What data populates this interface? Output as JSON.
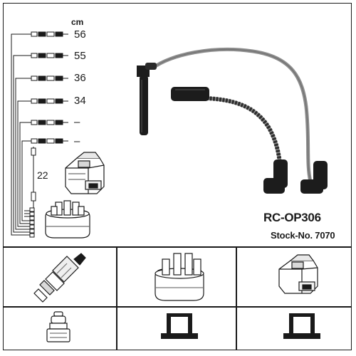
{
  "unit_label": "cm",
  "lead_lengths": [
    "56",
    "55",
    "36",
    "34",
    "–",
    "–"
  ],
  "short_lead_length": "22",
  "product_code": "RC-OP306",
  "stock_label": "Stock-No. 7070",
  "icons": {
    "spark_plug": "spark-plug-icon",
    "distributor_cap": "distributor-cap-icon",
    "ignition_coil": "ignition-coil-icon",
    "plug_terminal": "plug-terminal-icon",
    "cap_terminal": "cap-terminal-icon",
    "coil_terminal": "coil-terminal-icon"
  },
  "colors": {
    "ink": "#1a1a1a",
    "cable_grey": "#8c8c8c",
    "cable_black": "#1c1c1c"
  }
}
